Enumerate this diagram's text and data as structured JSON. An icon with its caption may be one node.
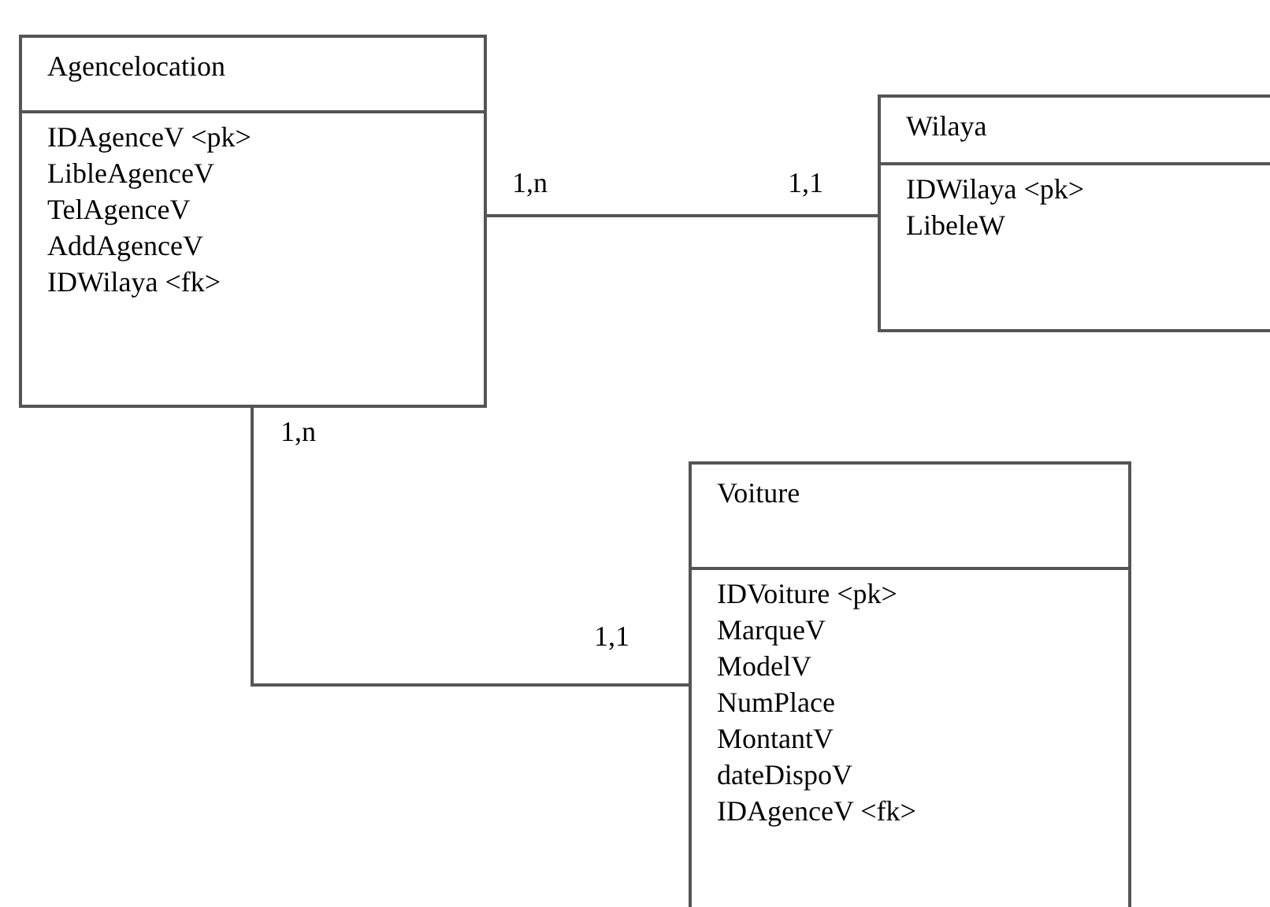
{
  "diagram": {
    "nodes": [
      {
        "text": [
          "Agencelocation",
          "IDAgenceV <pk>",
          "LibleAgenceV",
          "TelAgenceV",
          "AddAgenceV",
          "IDWilaya <fk>"
        ]
      },
      {
        "text": [
          "Wilaya",
          "IDWilaya <pk>",
          "LibeleW"
        ]
      },
      {
        "text": [
          "Voiture",
          "IDVoiture <pk>",
          "MarqueV",
          "ModelV",
          "NumPlace",
          "MontantV",
          "dateDispoV",
          "IDAgenceV <fk>"
        ]
      }
    ],
    "edges": [
      {
        "from": 0,
        "to": 1,
        "arrow": "none"
      },
      {
        "from": 0,
        "to": 2,
        "arrow": "none"
      }
    ],
    "labels": [
      "1,n",
      "1,1",
      "1,n",
      "1,1"
    ]
  }
}
